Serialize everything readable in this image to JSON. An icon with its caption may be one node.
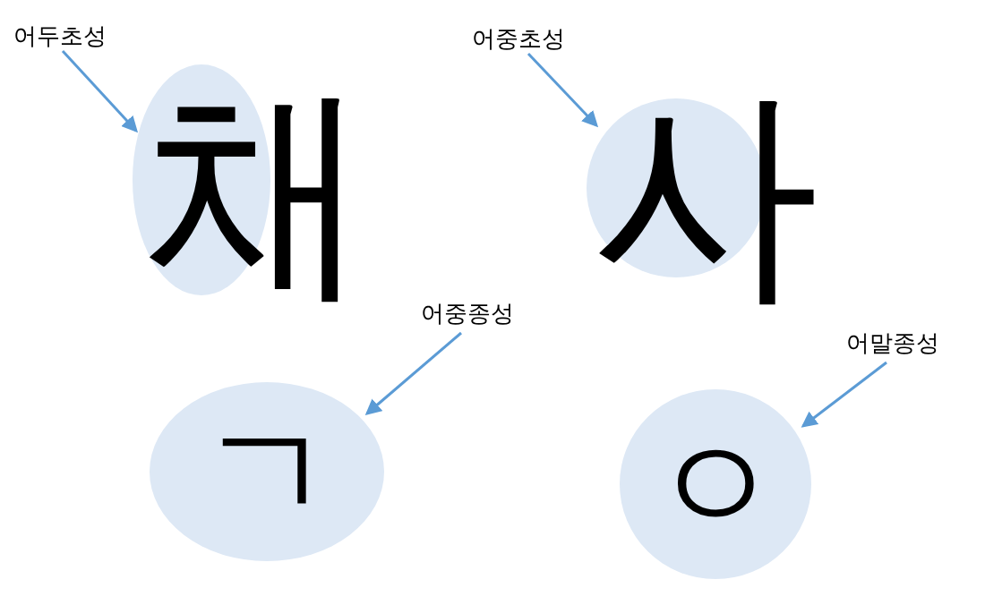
{
  "diagram": {
    "nodes": [
      {
        "text": [
          "어두초성"
        ]
      },
      {
        "text": [],
        "shape": "ellipse"
      },
      {
        "text": [
          "어중초성"
        ]
      },
      {
        "text": [],
        "shape": "circle"
      },
      {
        "text": [
          "어중종성"
        ]
      },
      {
        "text": [
          "ㄱ"
        ]
      },
      {
        "text": [
          "어말종성"
        ]
      },
      {
        "text": [
          "ㅇ"
        ]
      }
    ],
    "edges": [
      {
        "from": 0,
        "to": 1,
        "arrow": "to"
      },
      {
        "from": 2,
        "to": 3,
        "arrow": "to"
      },
      {
        "from": 4,
        "to": 5,
        "arrow": "to"
      },
      {
        "from": 6,
        "to": 7,
        "arrow": "to"
      }
    ],
    "labels": [
      "채",
      "사"
    ]
  }
}
